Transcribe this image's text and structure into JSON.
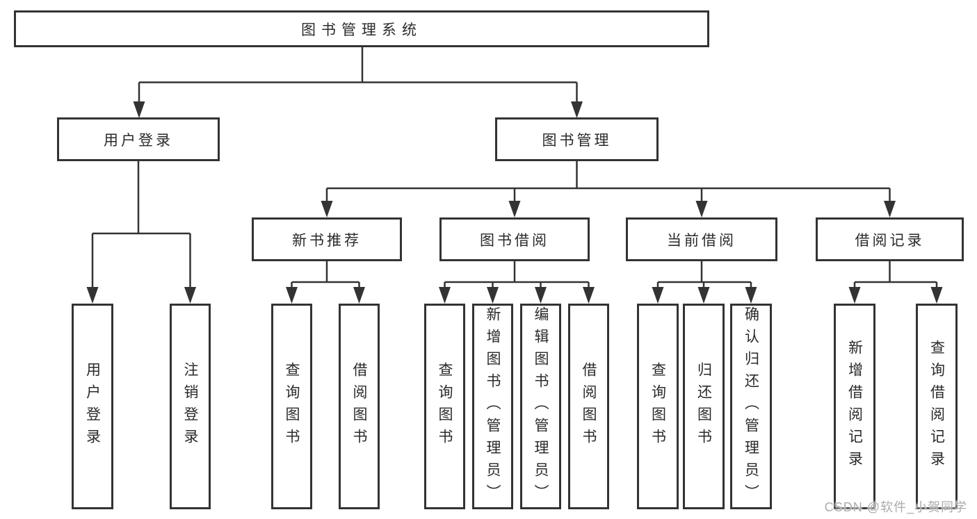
{
  "colors": {
    "line": "#333333",
    "box_border": "#333333",
    "text": "#2a2a2a",
    "background": "#ffffff",
    "watermark": "#ababab"
  },
  "watermark": {
    "text": "CSDN @软件_小贺同学"
  },
  "tree": {
    "root": {
      "label": "图书管理系统"
    },
    "branches": [
      {
        "label": "用户登录",
        "children": [
          {
            "label": "用户登录"
          },
          {
            "label": "注销登录"
          }
        ]
      },
      {
        "label": "图书管理",
        "sections": [
          {
            "label": "新书推荐",
            "children": [
              {
                "label": "查询图书"
              },
              {
                "label": "借阅图书"
              }
            ]
          },
          {
            "label": "图书借阅",
            "children": [
              {
                "label": "查询图书"
              },
              {
                "label": "新增图书（管理员）"
              },
              {
                "label": "编辑图书（管理员）"
              },
              {
                "label": "借阅图书"
              }
            ]
          },
          {
            "label": "当前借阅",
            "children": [
              {
                "label": "查询图书"
              },
              {
                "label": "归还图书"
              },
              {
                "label": "确认归还（管理员）"
              }
            ]
          },
          {
            "label": "借阅记录",
            "children": [
              {
                "label": "新增借阅记录"
              },
              {
                "label": "查询借阅记录"
              }
            ]
          }
        ]
      }
    ]
  }
}
